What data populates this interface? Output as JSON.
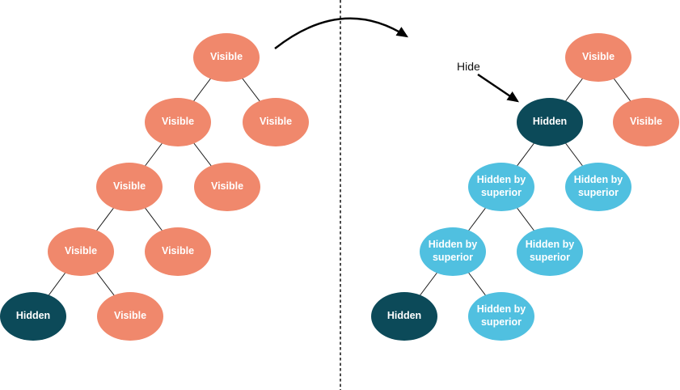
{
  "annotation": {
    "hide_label": "Hide"
  },
  "colors": {
    "visible_node": "#F0886C",
    "hidden_node": "#0C4A59",
    "hidden_by_superior_node": "#50C0E0",
    "node_text": "#FFFFFF",
    "edge": "#1A1A1A",
    "arrow": "#000000"
  },
  "left_tree": {
    "name": "before-hide",
    "nodes": [
      {
        "label": "Visible",
        "state": "visible"
      },
      {
        "label": "Visible",
        "state": "visible"
      },
      {
        "label": "Visible",
        "state": "visible"
      },
      {
        "label": "Visible",
        "state": "visible"
      },
      {
        "label": "Visible",
        "state": "visible"
      },
      {
        "label": "Visible",
        "state": "visible"
      },
      {
        "label": "Visible",
        "state": "visible"
      },
      {
        "label": "Hidden",
        "state": "hidden"
      },
      {
        "label": "Visible",
        "state": "visible"
      }
    ]
  },
  "right_tree": {
    "name": "after-hide",
    "nodes": [
      {
        "label": "Visible",
        "state": "visible"
      },
      {
        "label": "Hidden",
        "state": "hidden"
      },
      {
        "label": "Visible",
        "state": "visible"
      },
      {
        "label": "Hidden by superior",
        "state": "hidden-by-superior"
      },
      {
        "label": "Hidden by superior",
        "state": "hidden-by-superior"
      },
      {
        "label": "Hidden by superior",
        "state": "hidden-by-superior"
      },
      {
        "label": "Hidden by superior",
        "state": "hidden-by-superior"
      },
      {
        "label": "Hidden",
        "state": "hidden"
      },
      {
        "label": "Hidden by superior",
        "state": "hidden-by-superior"
      }
    ]
  }
}
